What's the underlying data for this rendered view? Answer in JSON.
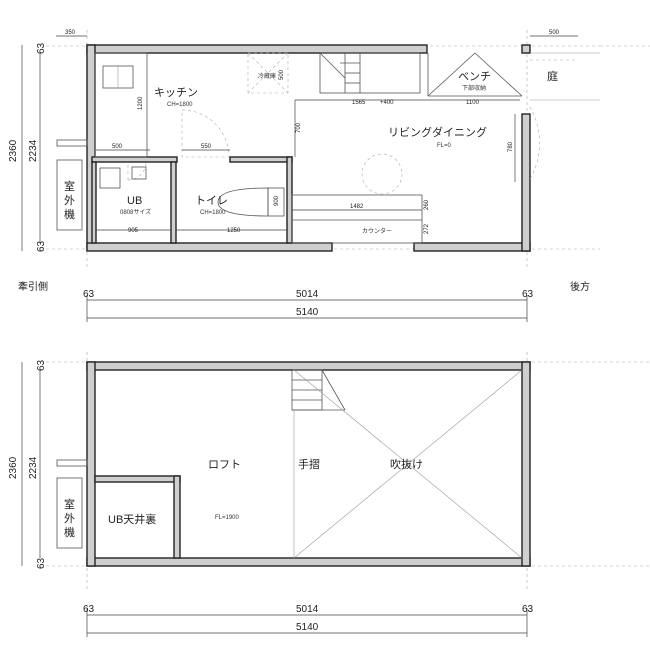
{
  "floor1": {
    "rooms": {
      "kitchen": "キッチン",
      "kitchen_ch": "CH=1800",
      "fridge": "冷蔵庫",
      "bench": "ベンチ",
      "bench_sub": "下部収納",
      "garden": "庭",
      "living": "リビングダイニング",
      "living_fl": "FL=0",
      "ub": "UB",
      "ub_size": "0808サイズ",
      "toilet": "トイレ",
      "toilet_ch": "CH=1800",
      "counter": "カウンター",
      "outdoor_unit": [
        "室",
        "外",
        "機"
      ]
    },
    "dims": {
      "top_left": "350",
      "top_right": "500",
      "kitchen_h": "1200",
      "fridge_h": "500",
      "d1565": "1565",
      "d400": "+400",
      "d1100": "1100",
      "d700": "700",
      "d780": "780",
      "d500": "500",
      "d550": "550",
      "d900": "900",
      "d1482": "1482",
      "d260": "260",
      "d272": "272",
      "d905": "905",
      "d1250": "1250",
      "left_63_top": "63",
      "left_2360": "2360",
      "left_2234": "2234",
      "left_63_bottom": "63"
    },
    "labels": {
      "tow_side": "牽引側",
      "rear": "後方"
    },
    "bottom_dims": {
      "d63_left": "63",
      "d5014": "5014",
      "d63_right": "63",
      "d5140": "5140"
    }
  },
  "floor2": {
    "rooms": {
      "loft": "ロフト",
      "handrail": "手摺",
      "void": "吹抜け",
      "ub_ceiling": "UB天井裏",
      "loft_fl": "FL=1900",
      "outdoor_unit": [
        "室",
        "外",
        "機"
      ]
    },
    "left_dims": {
      "d63_top": "63",
      "d2360": "2360",
      "d2234": "2234",
      "d63_bottom": "63"
    },
    "bottom_dims": {
      "d63_left": "63",
      "d5014": "5014",
      "d63_right": "63",
      "d5140": "5140"
    }
  }
}
